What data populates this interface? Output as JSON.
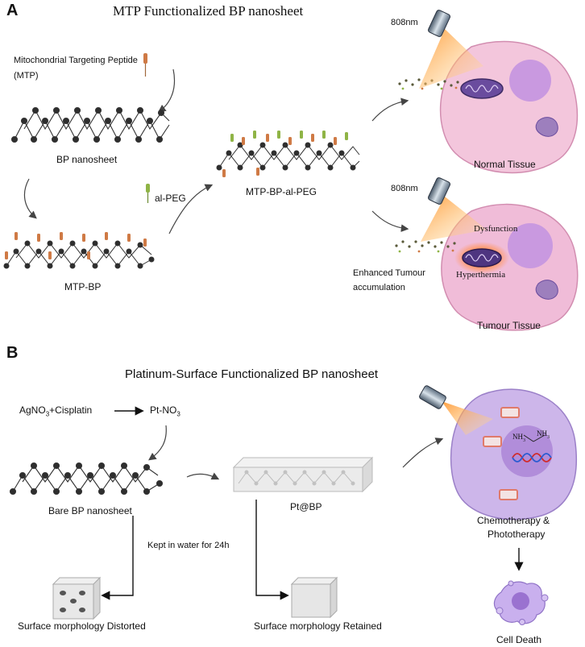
{
  "panels": {
    "a": "A",
    "b": "B"
  },
  "a": {
    "title": "MTP Functionalized BP nanosheet",
    "mtp_label_line1": "Mitochondrial Targeting Peptide",
    "mtp_label_line2": "(MTP)",
    "bp_nanosheet": "BP nanosheet",
    "al_peg": "al-PEG",
    "mtp_bp_al_peg": "MTP-BP-al-PEG",
    "mtp_bp": "MTP-BP",
    "laser_top": "808nm",
    "laser_bottom": "808nm",
    "normal_tissue": "Normal Tissue",
    "dysfunction": "Dysfunction",
    "hyperthermia": "Hyperthermia",
    "enhanced_line1": "Enhanced Tumour",
    "enhanced_line2": "accumulation",
    "tumour_tissue": "Tumour Tissue"
  },
  "b": {
    "title": "Platinum-Surface Functionalized BP nanosheet",
    "reagents": "AgNO",
    "reagents_sub": "3",
    "reagents_tail": "+Cisplatin",
    "product": "Pt-NO",
    "product_sub": "3",
    "bare_bp": "Bare BP nanosheet",
    "pt_bp": "Pt@BP",
    "kept_in_water": "Kept in water for 24h",
    "distorted": "Surface morphology Distorted",
    "retained": "Surface morphology Retained",
    "nh3_left": "NH",
    "nh3_right": "NH",
    "nh3_sub": "3",
    "chemo_line1": "Chemotherapy &",
    "chemo_line2": "Phototherapy",
    "cell_death": "Cell Death"
  },
  "colors": {
    "normal_cell": "#f3c6dc",
    "tumour_cell": "#f0bcd8",
    "treated_cell": "#cdb6ea",
    "nucleus": "#c999e0",
    "dead_cell": "#c9b0ee",
    "atom": "#3a3a3a",
    "mtp_orange": "#cf7a45",
    "peg_green": "#8fb446",
    "laser": "#f6a530"
  }
}
